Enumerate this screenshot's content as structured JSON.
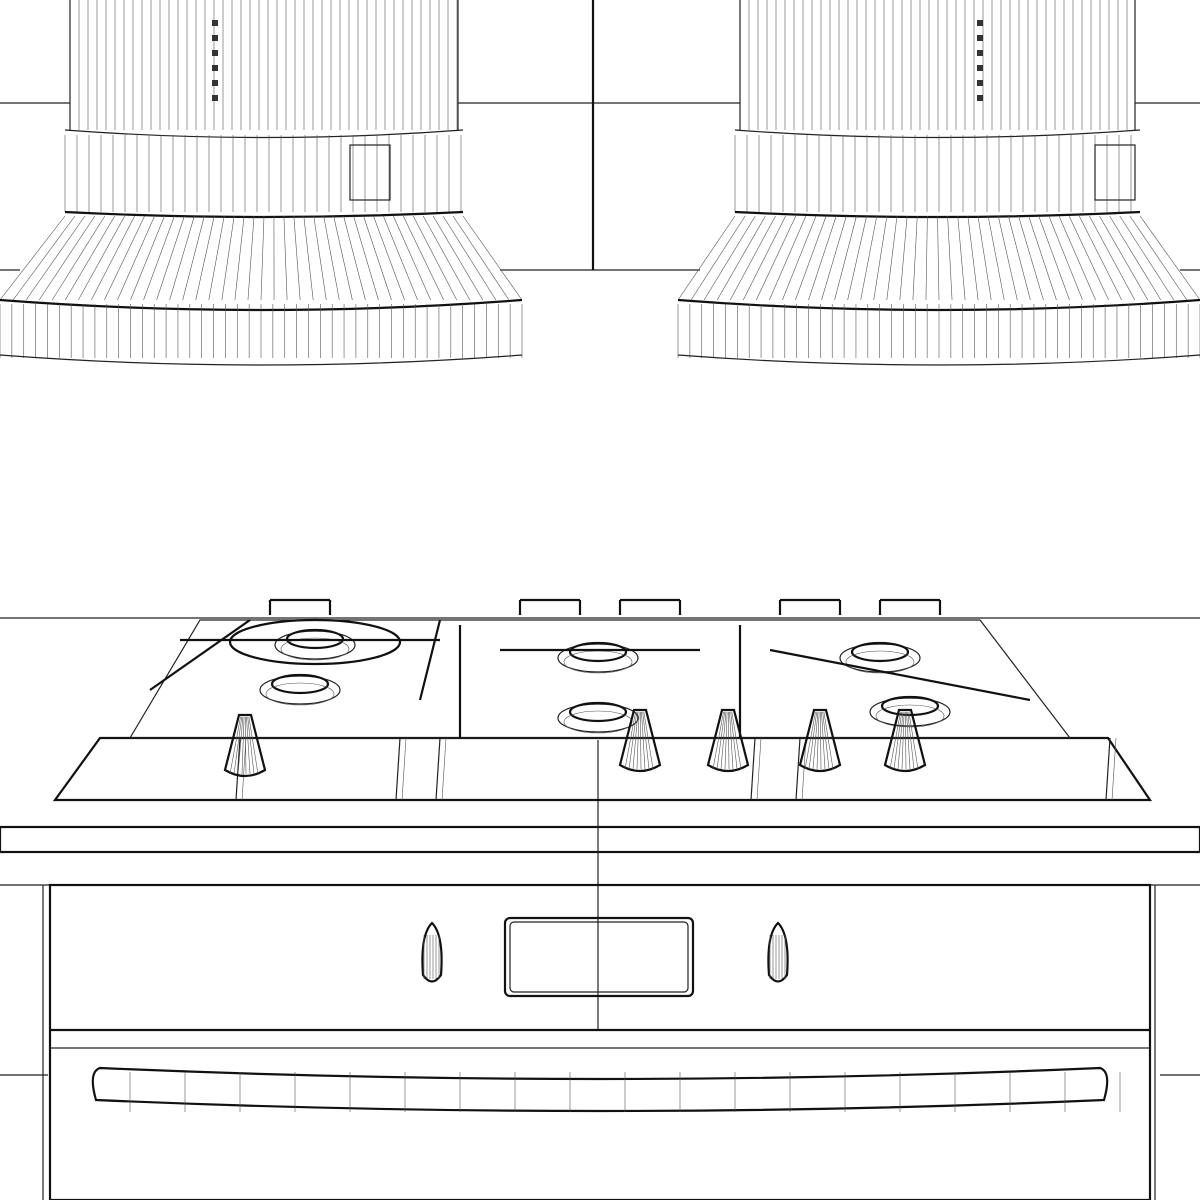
{
  "scene": {
    "style": "wireframe-render",
    "colors": {
      "background": "#ffffff",
      "line": "#222222"
    },
    "objects": [
      "range-hood-left",
      "range-hood-right",
      "wall-tiles",
      "gas-cooktop",
      "control-knobs",
      "oven",
      "oven-handle"
    ]
  }
}
